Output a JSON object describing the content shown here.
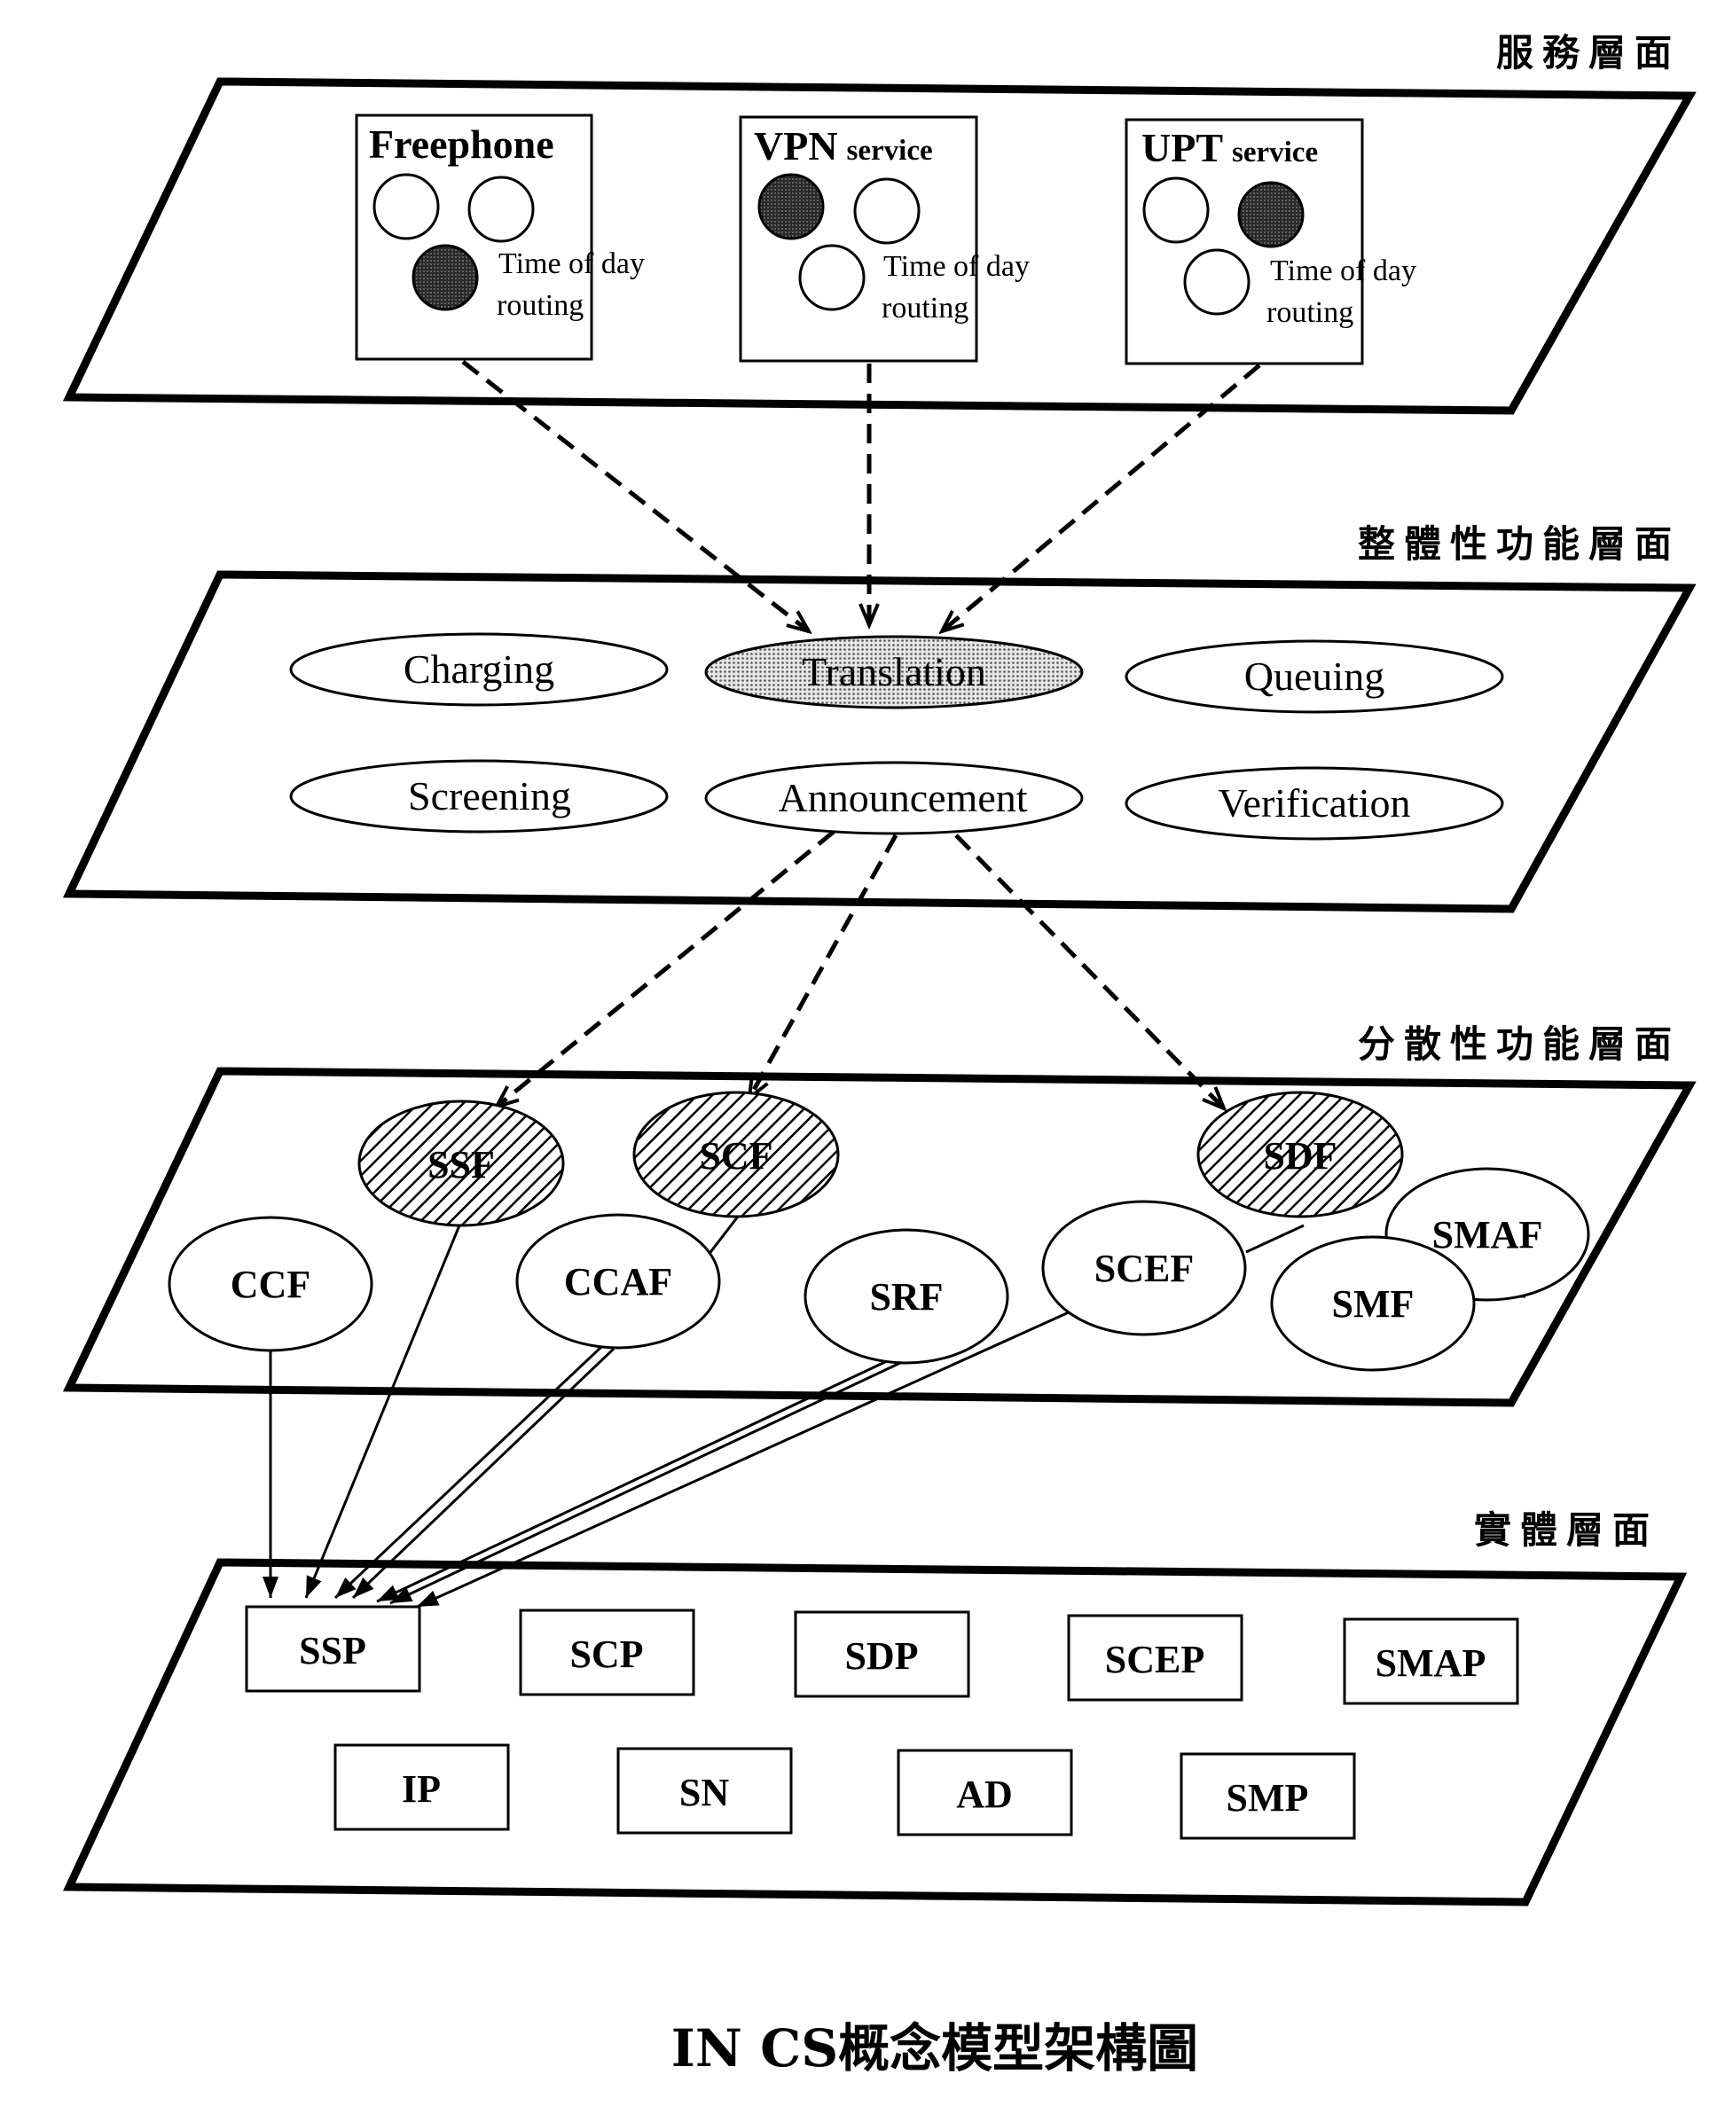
{
  "layers": {
    "service": "服務層面",
    "global_functional": "整體性功能層面",
    "distributed_functional": "分散性功能層面",
    "physical": "實體層面"
  },
  "services": [
    {
      "title": "Freephone",
      "subtitle": "",
      "note_line1": "Time of day",
      "note_line2": "routing"
    },
    {
      "title": "VPN",
      "subtitle": "service",
      "note_line1": "Time of day",
      "note_line2": "routing"
    },
    {
      "title": "UPT",
      "subtitle": "service",
      "note_line1": "Time of day",
      "note_line2": "routing"
    }
  ],
  "functions": {
    "row1": [
      "Charging",
      "Translation",
      "Queuing"
    ],
    "row2": [
      "Screening",
      "Announcement",
      "Verification"
    ]
  },
  "distributed_entities": {
    "ssf": "SSF",
    "scf": "SCF",
    "sdf": "SDF",
    "ccf": "CCF",
    "ccaf": "CCAF",
    "srf": "SRF",
    "scef": "SCEF",
    "smaf": "SMAF",
    "smf": "SMF"
  },
  "physical_entities": {
    "row1": [
      "SSP",
      "SCP",
      "SDP",
      "SCEP",
      "SMAP"
    ],
    "row2": [
      "IP",
      "SN",
      "AD",
      "SMP"
    ]
  },
  "caption": "IN CS概念模型架構圖",
  "colors": {
    "ink": "#000000",
    "dark_fill": "#3a3a3a",
    "dotted_fill": "#d8d8d8"
  }
}
